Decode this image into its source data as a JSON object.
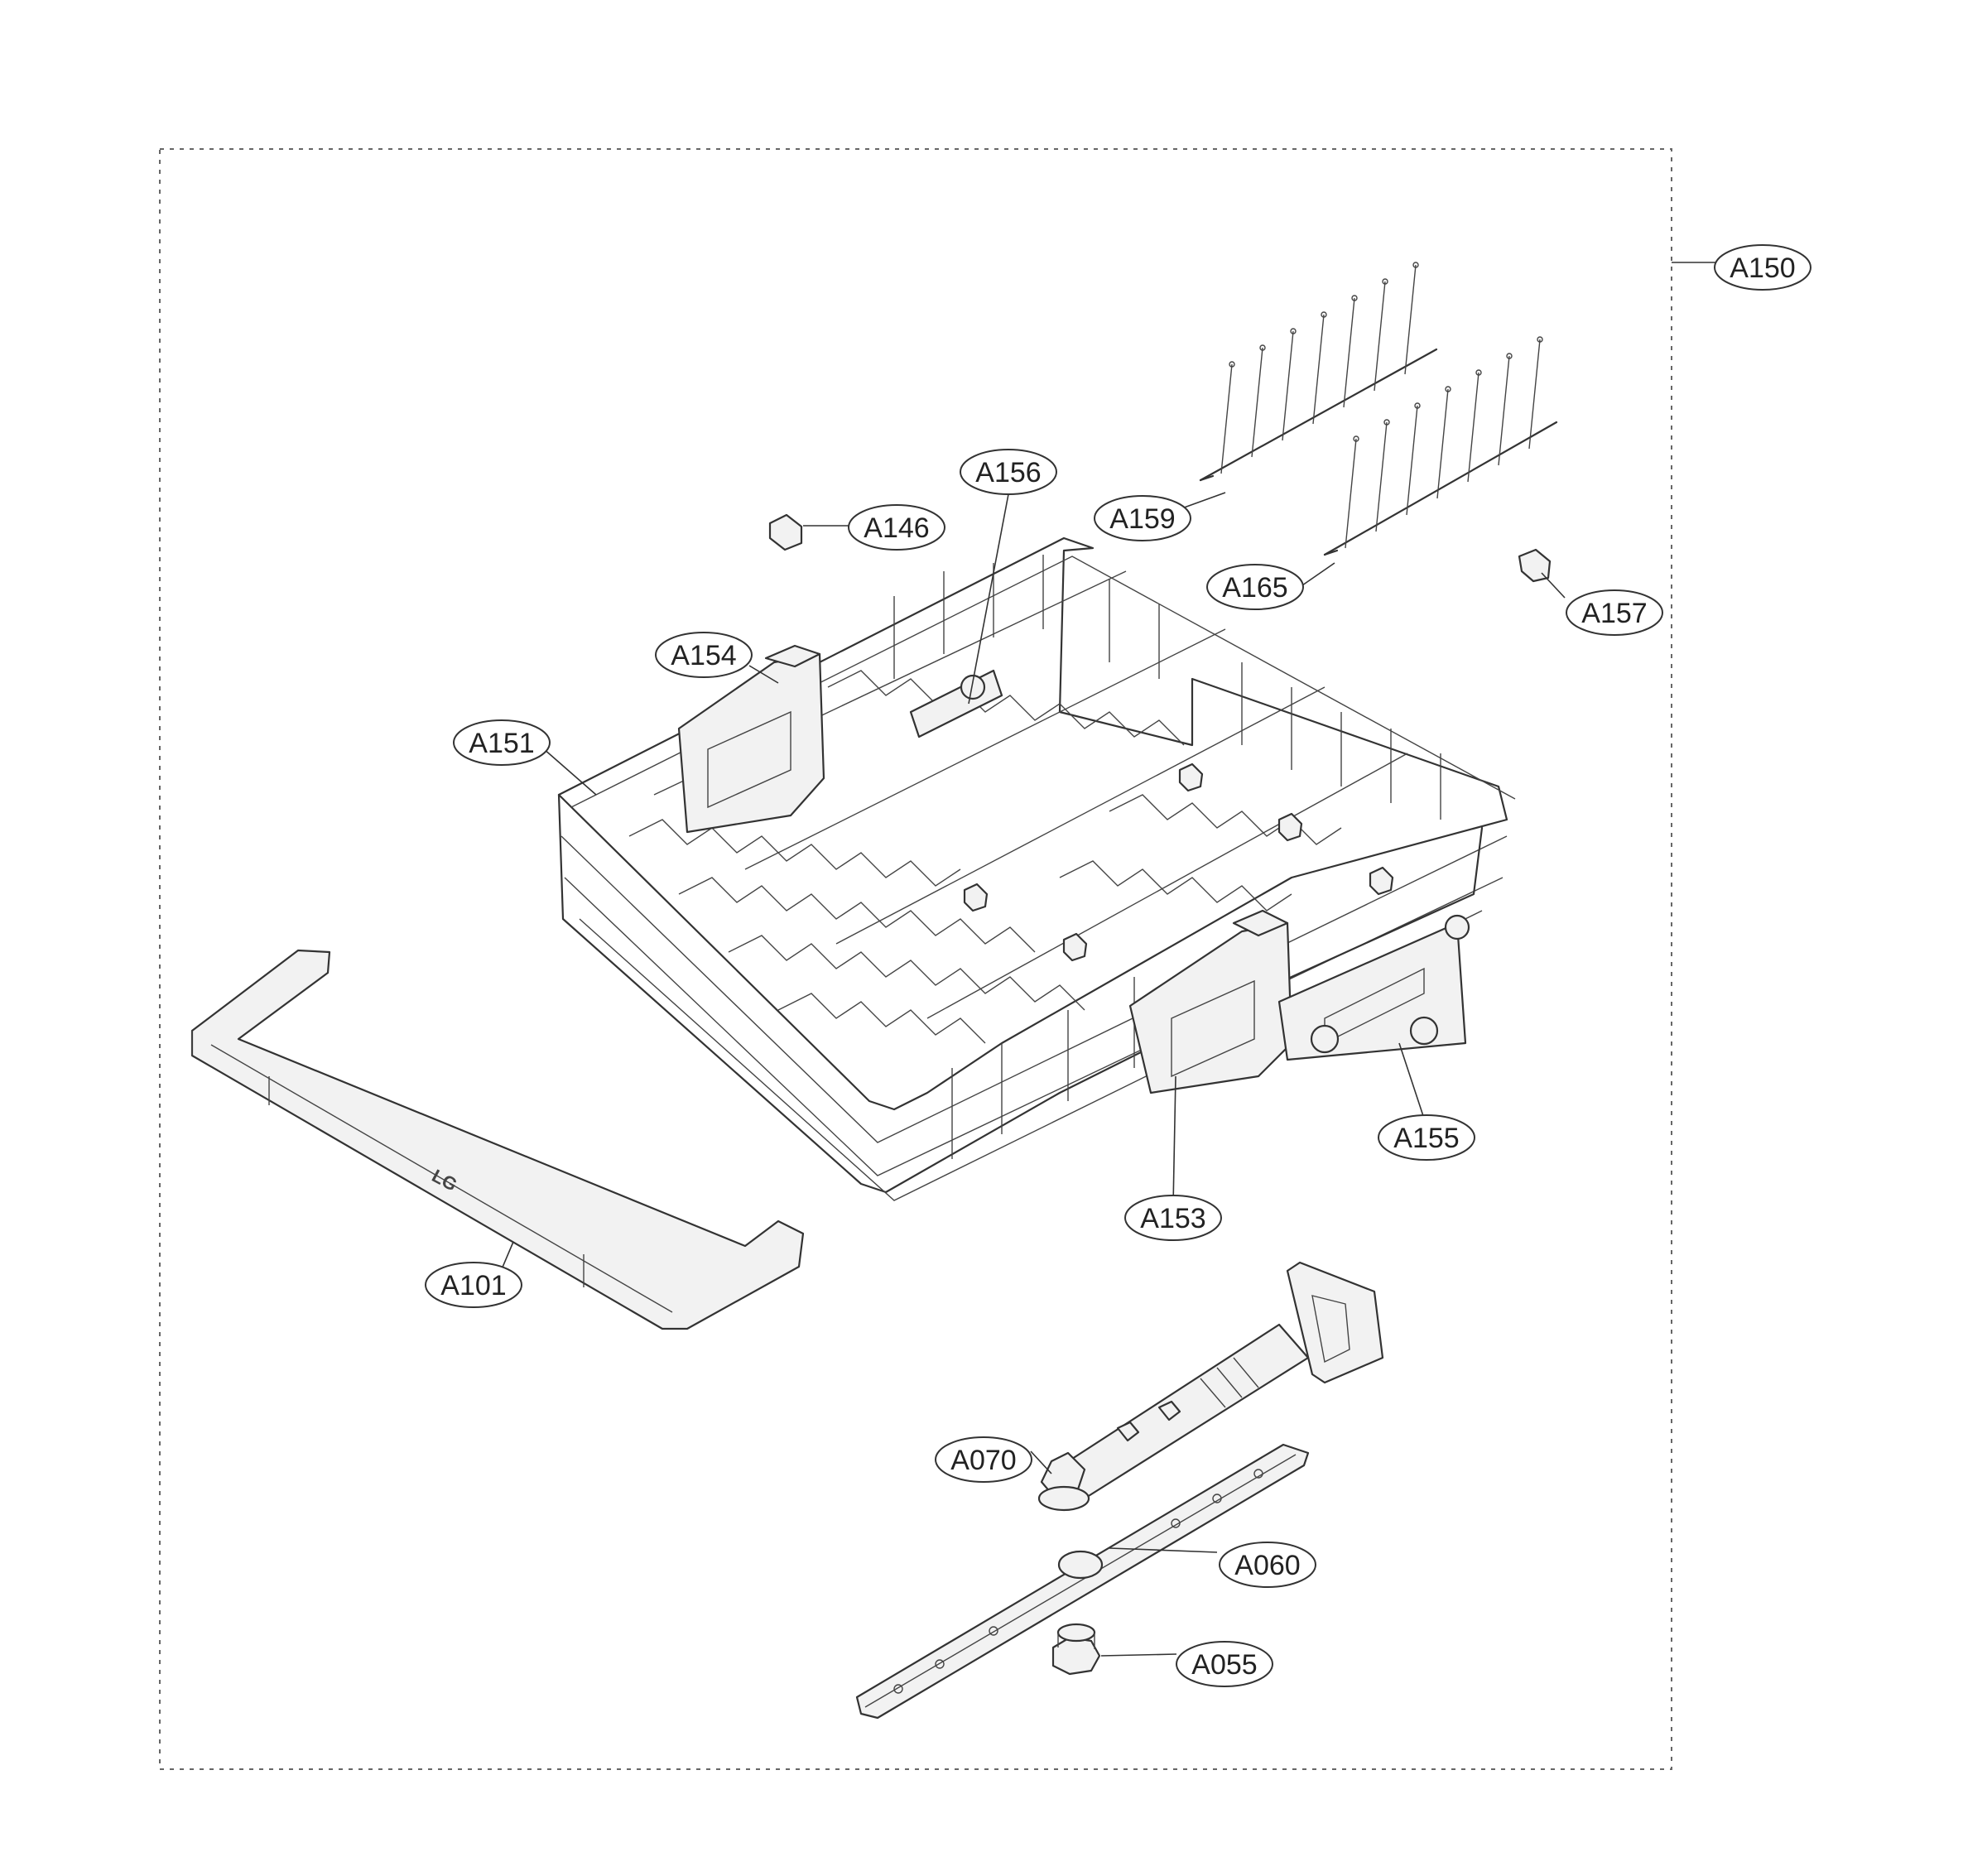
{
  "callouts": [
    {
      "id": "A150"
    },
    {
      "id": "A156"
    },
    {
      "id": "A146"
    },
    {
      "id": "A159"
    },
    {
      "id": "A165"
    },
    {
      "id": "A157"
    },
    {
      "id": "A154"
    },
    {
      "id": "A151"
    },
    {
      "id": "A155"
    },
    {
      "id": "A153"
    },
    {
      "id": "A101"
    },
    {
      "id": "A070"
    },
    {
      "id": "A060"
    },
    {
      "id": "A055"
    }
  ],
  "handle_logo": "LG"
}
